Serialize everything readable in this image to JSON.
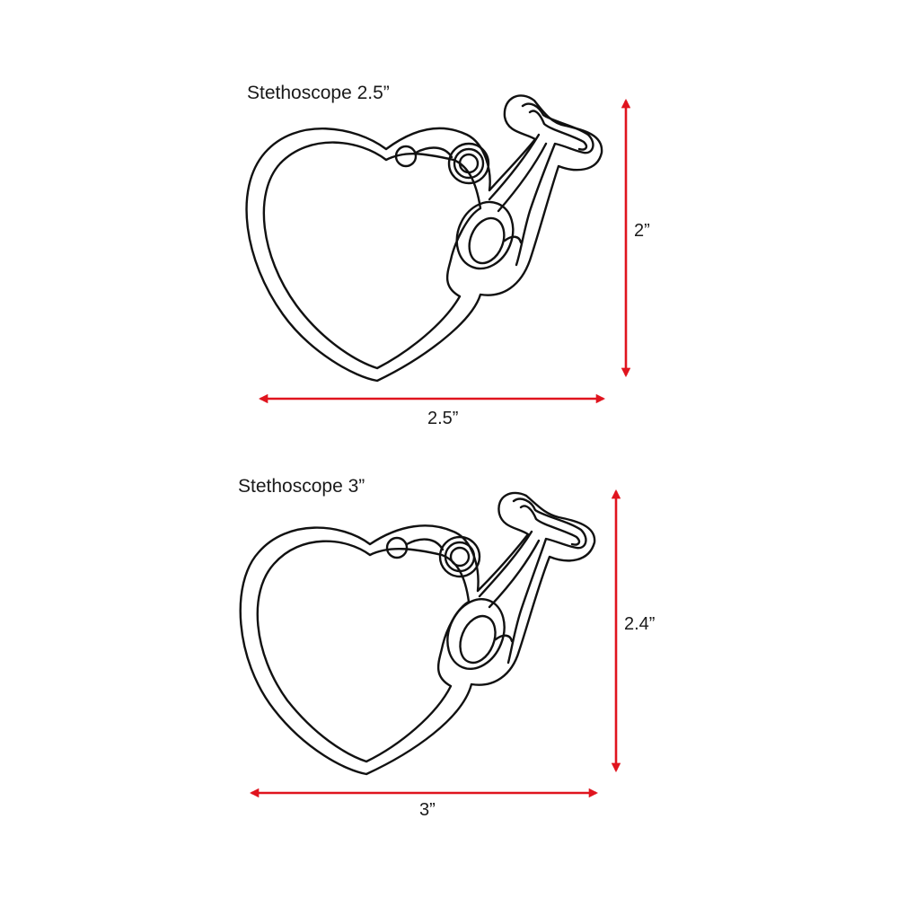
{
  "colors": {
    "dimension_arrow": "#e0141e",
    "outline": "#111111",
    "background": "#ffffff"
  },
  "icons": [
    "heart-stethoscope-outline-icon",
    "double-headed-arrow-icon"
  ],
  "items": [
    {
      "title": "Stethoscope 2.5”",
      "height_label": "2”",
      "width_label": "2.5”"
    },
    {
      "title": "Stethoscope 3”",
      "height_label": "2.4”",
      "width_label": "3”"
    }
  ]
}
